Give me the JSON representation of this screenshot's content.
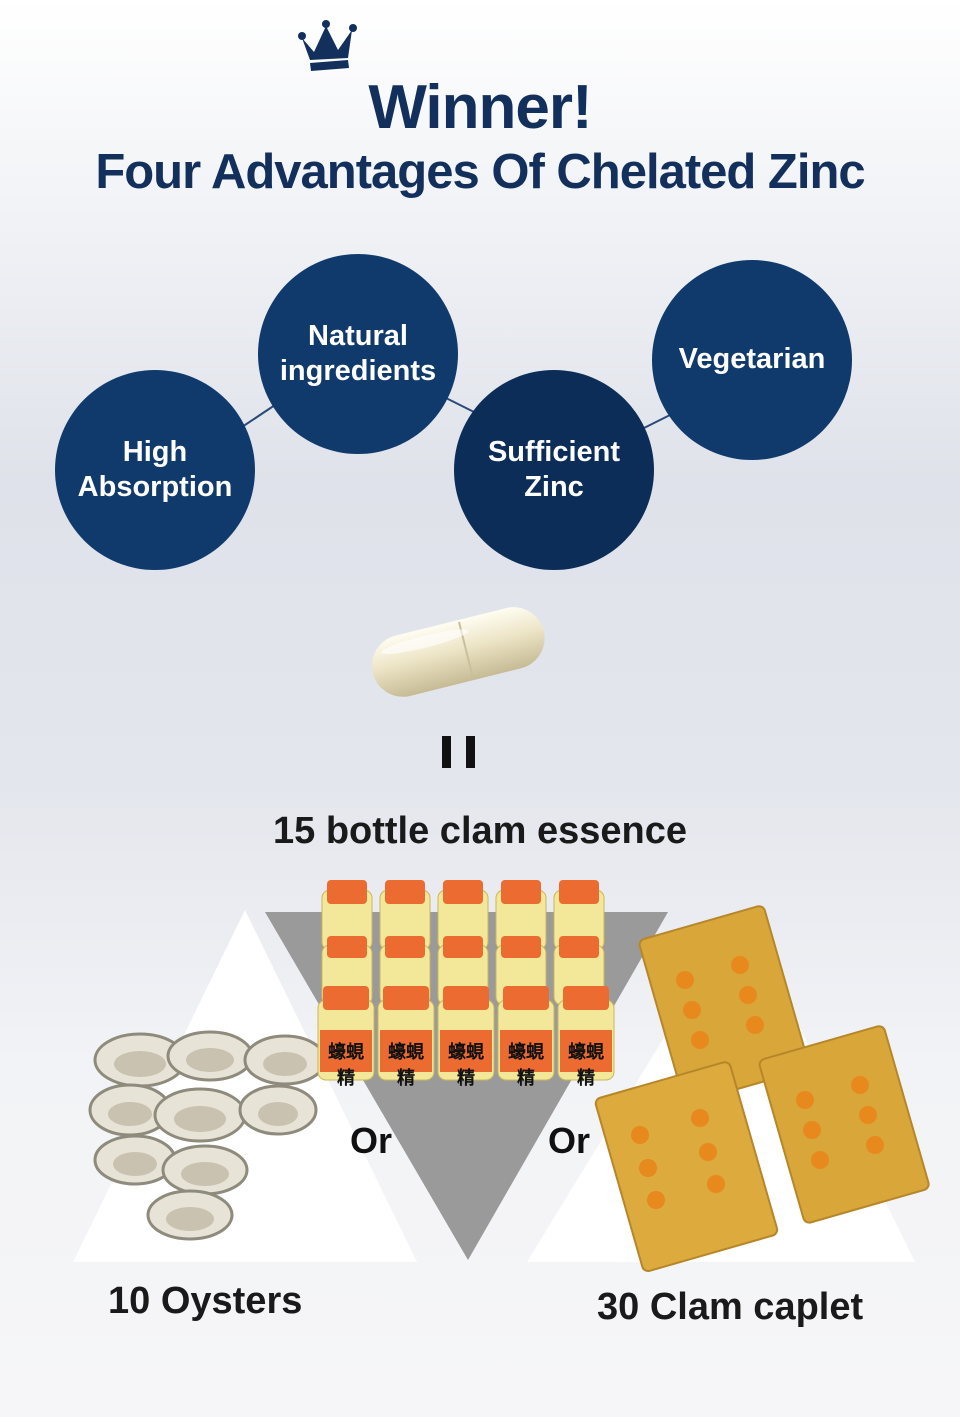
{
  "header": {
    "winner": "Winner!",
    "subtitle": "Four Advantages Of Chelated Zinc"
  },
  "advantages": [
    {
      "label": "High\nAbsorption",
      "color": "#123a6b"
    },
    {
      "label": "Natural\ningredients",
      "color": "#0f3b73"
    },
    {
      "label": "Sufficient\nZinc",
      "color": "#0c2d57"
    },
    {
      "label": "Vegetarian",
      "color": "#133f77"
    }
  ],
  "equivalence": {
    "equals_icon": "equals-sign-icon",
    "center_label": "15 bottle clam essence",
    "or_left": "Or",
    "or_right": "Or",
    "left_label": "10 Oysters",
    "right_label": "30 Clam caplet",
    "bottle_text": "蠔蜆精"
  }
}
